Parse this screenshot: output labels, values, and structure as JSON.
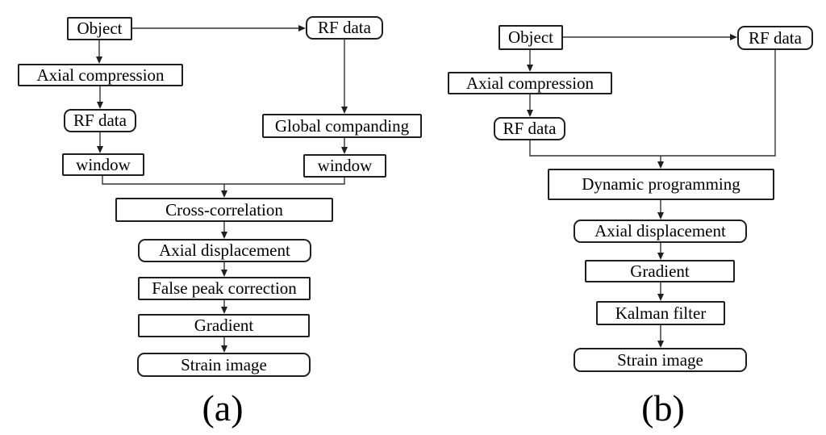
{
  "colors": {
    "background": "#ffffff",
    "box_border": "#1f1f1f",
    "connector_line": "#333333",
    "text": "#000000"
  },
  "panels": [
    {
      "label": "(a)",
      "nodes": {
        "object": "Object",
        "rf_data_right": "RF data",
        "axial_compression": "Axial compression",
        "rf_data_left": "RF data",
        "global_companding": "Global companding",
        "window_left": "window",
        "window_right": "window",
        "cross_correlation": "Cross-correlation",
        "axial_displacement": "Axial displacement",
        "false_peak_correction": "False peak correction",
        "gradient": "Gradient",
        "strain_image": "Strain image"
      },
      "edges": [
        {
          "from": "object",
          "to": "axial_compression"
        },
        {
          "from": "object",
          "to": "rf_data_right"
        },
        {
          "from": "axial_compression",
          "to": "rf_data_left"
        },
        {
          "from": "rf_data_left",
          "to": "window_left"
        },
        {
          "from": "rf_data_right",
          "to": "global_companding"
        },
        {
          "from": "global_companding",
          "to": "window_right"
        },
        {
          "from": "window_left",
          "to": "cross_correlation"
        },
        {
          "from": "window_right",
          "to": "cross_correlation"
        },
        {
          "from": "cross_correlation",
          "to": "axial_displacement"
        },
        {
          "from": "axial_displacement",
          "to": "false_peak_correction"
        },
        {
          "from": "false_peak_correction",
          "to": "gradient"
        },
        {
          "from": "gradient",
          "to": "strain_image"
        }
      ]
    },
    {
      "label": "(b)",
      "nodes": {
        "object": "Object",
        "rf_data_right": "RF data",
        "axial_compression": "Axial compression",
        "rf_data_left": "RF data",
        "dynamic_programming": "Dynamic programming",
        "axial_displacement": "Axial displacement",
        "gradient": "Gradient",
        "kalman_filter": "Kalman filter",
        "strain_image": "Strain image"
      },
      "edges": [
        {
          "from": "object",
          "to": "axial_compression"
        },
        {
          "from": "object",
          "to": "rf_data_right"
        },
        {
          "from": "axial_compression",
          "to": "rf_data_left"
        },
        {
          "from": "rf_data_left",
          "to": "dynamic_programming"
        },
        {
          "from": "rf_data_right",
          "to": "dynamic_programming"
        },
        {
          "from": "dynamic_programming",
          "to": "axial_displacement"
        },
        {
          "from": "axial_displacement",
          "to": "gradient"
        },
        {
          "from": "gradient",
          "to": "kalman_filter"
        },
        {
          "from": "kalman_filter",
          "to": "strain_image"
        }
      ]
    }
  ]
}
